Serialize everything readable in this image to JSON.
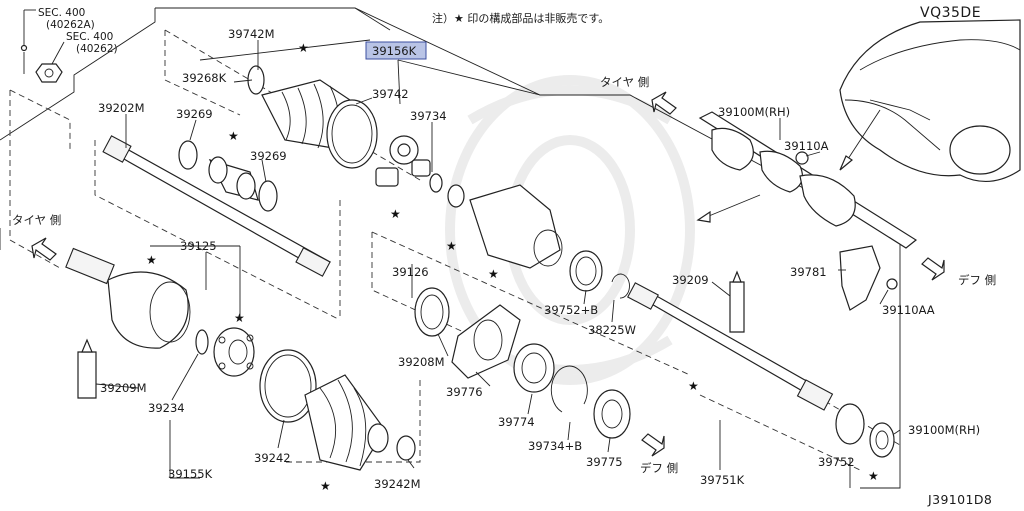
{
  "header": {
    "note": "注）★ 印の構成部品は非販売です。",
    "engine": "VQ35DE",
    "diagram_code": "J39101D8"
  },
  "directions": {
    "tire_side_upper": "タイヤ 側",
    "tire_side_left": "タイヤ 側",
    "diff_side_right": "デフ 側",
    "diff_side_bottom": "デフ 側"
  },
  "sections": {
    "sec_a_title": "SEC. 400",
    "sec_a_code": "(40262A)",
    "sec_b_title": "SEC. 400",
    "sec_b_code": "(40262)"
  },
  "highlighted_part": "39156K",
  "colors": {
    "highlight_fill": "#b9c4e6",
    "highlight_stroke": "#3c4fa0",
    "line": "#222222"
  },
  "parts": {
    "p39742M": "39742M",
    "p39268K": "39268K",
    "p39742": "39742",
    "p39202M": "39202M",
    "p39269a": "39269",
    "p39269b": "39269",
    "p39734": "39734",
    "p39100M_RH_top": "39100M(RH)",
    "p39110A": "39110A",
    "p39125": "39125",
    "p39126": "39126",
    "p39209": "39209",
    "p39752B": "39752+B",
    "p38225W": "38225W",
    "p39781": "39781",
    "p39110AA": "39110AA",
    "p39208M": "39208M",
    "p39209M": "39209M",
    "p39234": "39234",
    "p39776": "39776",
    "p39774": "39774",
    "p39734B": "39734+B",
    "p39775": "39775",
    "p39242": "39242",
    "p39155K": "39155K",
    "p39242M": "39242M",
    "p39751K": "39751K",
    "p39752": "39752",
    "p39100M_RH_right": "39100M(RH)"
  }
}
